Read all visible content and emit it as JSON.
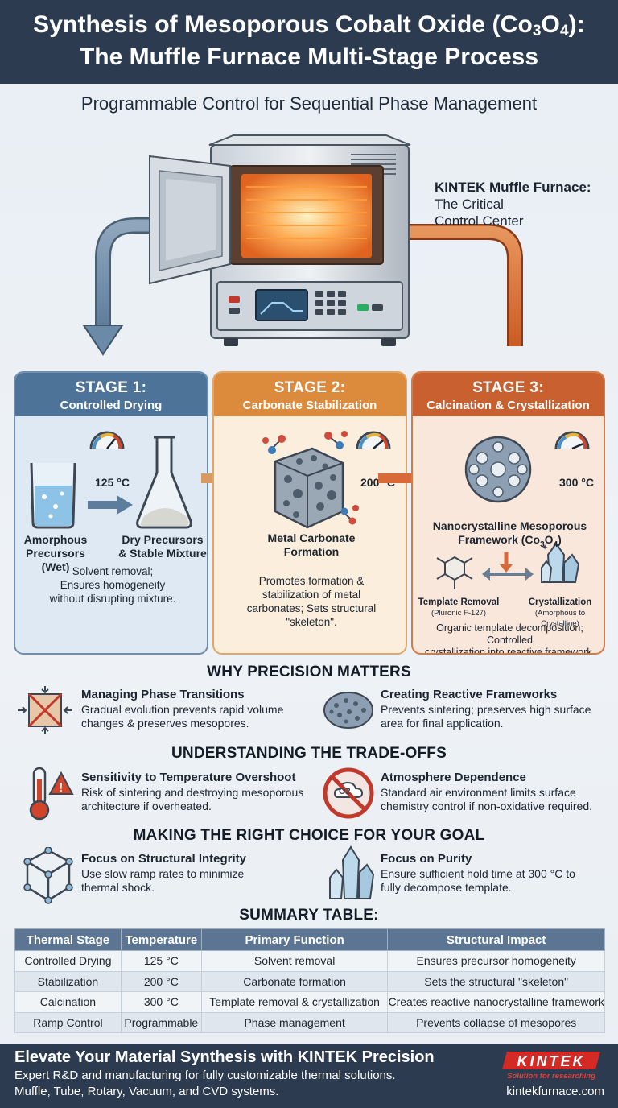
{
  "header": {
    "line1_pre": "Synthesis of Mesoporous Cobalt Oxide (Co",
    "sub3": "3",
    "mid_o": "O",
    "sub4": "4",
    "line1_post": "):",
    "line2": "The Muffle Furnace Multi-Stage Process"
  },
  "subtitle": "Programmable Control for Sequential Phase Management",
  "furnace": {
    "title": "KINTEK Muffle Furnace:",
    "line2": "The Critical",
    "line3": "Control Center"
  },
  "stages": [
    {
      "label": "STAGE 1:",
      "name": "Controlled Drying",
      "temp": "125 °C",
      "left_label": [
        "Amorphous",
        "Precursors",
        "(Wet)"
      ],
      "right_label": [
        "Dry Precursors",
        "& Stable Mixture"
      ],
      "desc": [
        "Solvent removal;",
        "Ensures homogeneity",
        "without disrupting mixture."
      ]
    },
    {
      "label": "STAGE 2:",
      "name": "Carbonate Stabilization",
      "temp": "200 °C",
      "product": [
        "Metal Carbonate",
        "Formation"
      ],
      "desc": [
        "Promotes formation &",
        "stabilization of metal",
        "carbonates; Sets structural",
        "\"skeleton\"."
      ]
    },
    {
      "label": "STAGE 3:",
      "name": "Calcination & Crystallization",
      "temp": "300 °C",
      "product1": "Nanocrystalline Mesoporous",
      "product2": "Framework (Co",
      "product2_sub3": "3",
      "product2_o": "O",
      "product2_sub4": "4",
      "product2_end": ")",
      "left": "Template Removal",
      "left_sub": "(Pluronic F-127)",
      "right": "Crystallization",
      "right_sub": "(Amorphous to Crystalline)",
      "desc": [
        "Organic template decomposition; Controlled",
        "crystallization into reactive framework."
      ]
    }
  ],
  "why": {
    "title": "WHY PRECISION MATTERS",
    "items": [
      {
        "title": "Managing Phase Transitions",
        "desc": [
          "Gradual evolution prevents rapid volume",
          "changes & preserves mesopores."
        ]
      },
      {
        "title": "Creating Reactive Frameworks",
        "desc": [
          "Prevents sintering; preserves high surface",
          "area for final application."
        ]
      }
    ]
  },
  "tradeoffs": {
    "title": "UNDERSTANDING THE TRADE-OFFS",
    "items": [
      {
        "title": "Sensitivity to Temperature Overshoot",
        "desc": [
          "Risk of sintering and destroying mesoporous",
          "architecture if overheated."
        ]
      },
      {
        "title": "Atmosphere Dependence",
        "desc": [
          "Standard air environment limits surface",
          "chemistry control if non-oxidative required."
        ],
        "icon_text": "O2"
      }
    ]
  },
  "choice": {
    "title": "MAKING THE RIGHT CHOICE FOR YOUR GOAL",
    "items": [
      {
        "title": "Focus on Structural Integrity",
        "desc": [
          "Use slow ramp rates to minimize",
          "thermal shock."
        ]
      },
      {
        "title": "Focus on Purity",
        "desc": [
          "Ensure sufficient hold time at 300 °C to",
          "fully decompose template."
        ]
      }
    ]
  },
  "table": {
    "title": "SUMMARY TABLE:",
    "headers": [
      "Thermal Stage",
      "Temperature",
      "Primary Function",
      "Structural Impact"
    ],
    "rows": [
      [
        "Controlled Drying",
        "125 °C",
        "Solvent removal",
        "Ensures precursor homogeneity"
      ],
      [
        "Stabilization",
        "200 °C",
        "Carbonate formation",
        "Sets the structural \"skeleton\""
      ],
      [
        "Calcination",
        "300 °C",
        "Template removal & crystallization",
        "Creates reactive nanocrystalline framework"
      ],
      [
        "Ramp Control",
        "Programmable",
        "Phase management",
        "Prevents collapse of mesopores"
      ]
    ]
  },
  "footer": {
    "headline": "Elevate Your Material Synthesis with KINTEK Precision",
    "line1": "Expert R&D and manufacturing for fully customizable thermal solutions.",
    "line2": "Muffle, Tube, Rotary, Vacuum, and CVD systems.",
    "url": "kintekfurnace.com",
    "logo_text": "KINTEK",
    "logo_tagline": "Solution for researching"
  },
  "colors": {
    "header_bg": "#2c3b4f",
    "stage1": "#4e7399",
    "stage2": "#dc8a3c",
    "stage3": "#c8602f",
    "logo_red": "#d42a26"
  }
}
